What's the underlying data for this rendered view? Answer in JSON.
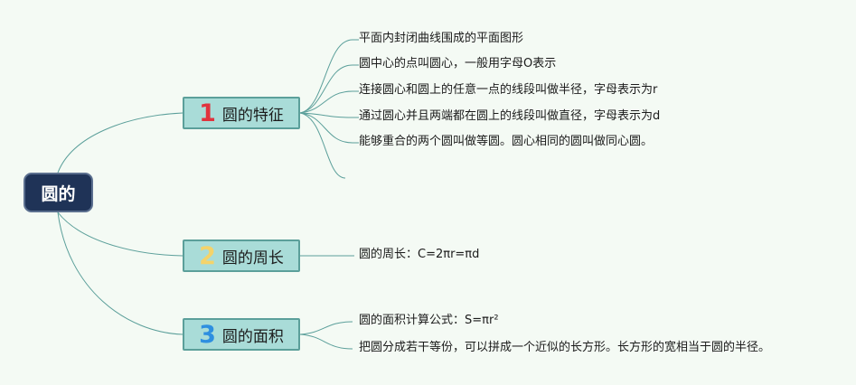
{
  "mindmap": {
    "root": {
      "label": "圆的"
    },
    "branches": [
      {
        "number": "1",
        "label": "圆的特征",
        "leaves": [
          "平面内封闭曲线围成的平面图形",
          "圆中心的点叫圆心，一般用字母O表示",
          "连接圆心和圆上的任意一点的线段叫做半径，字母表示为r",
          "通过圆心并且两端都在圆上的线段叫做直径，字母表示为d",
          "能够重合的两个圆叫做等圆。圆心相同的圆叫做同心圆。"
        ]
      },
      {
        "number": "2",
        "label": "圆的周长",
        "leaves": [
          "圆的周长：C=2πr=πd"
        ]
      },
      {
        "number": "3",
        "label": "圆的面积",
        "leaves": [
          "圆的面积计算公式：S=πr²",
          "把圆分成若干等份，可以拼成一个近似的长方形。长方形的宽相当于圆的半径。"
        ]
      }
    ]
  },
  "colors": {
    "background": "#f4faf4",
    "root_fill": "#1f3357",
    "branch_fill": "#a9dcd8",
    "connector": "#5b9f9a",
    "number_1": "#e0333e",
    "number_2": "#f4d36a",
    "number_3": "#2e8fe0"
  }
}
